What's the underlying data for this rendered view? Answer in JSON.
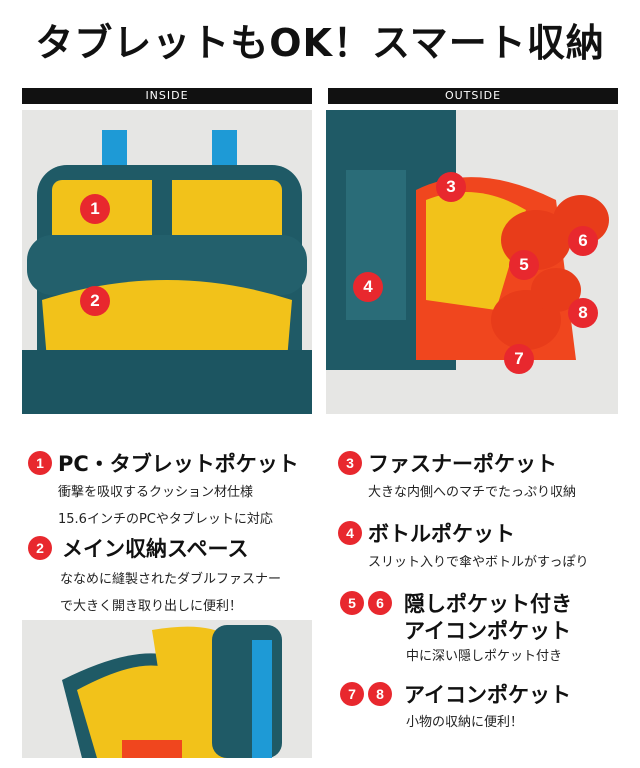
{
  "title": "タブレットもOK！スマート収納",
  "labels": {
    "inside": "INSIDE",
    "outside": "OUTSIDE"
  },
  "photo_badges": {
    "inside": [
      "1",
      "2"
    ],
    "outside": [
      "3",
      "4",
      "5",
      "6",
      "7",
      "8"
    ]
  },
  "features": [
    {
      "badges": [
        "1"
      ],
      "heading": "PC・タブレットポケット",
      "lines": [
        "衝撃を吸収するクッション材仕様",
        "15.6インチのPCやタブレットに対応"
      ]
    },
    {
      "badges": [
        "2"
      ],
      "heading": "メイン収納スペース",
      "lines": [
        "ななめに縫製されたダブルファスナー",
        "で大きく開き取り出しに便利！"
      ]
    },
    {
      "badges": [
        "3"
      ],
      "heading": "ファスナーポケット",
      "lines": [
        "大きな内側へのマチでたっぷり収納"
      ]
    },
    {
      "badges": [
        "4"
      ],
      "heading": "ボトルポケット",
      "lines": [
        "スリット入りで傘やボトルがすっぽり"
      ]
    },
    {
      "badges": [
        "5",
        "6"
      ],
      "heading": [
        "隠しポケット付き",
        "アイコンポケット"
      ],
      "lines": [
        "中に深い隠しポケット付き"
      ]
    },
    {
      "badges": [
        "7",
        "8"
      ],
      "heading": "アイコンポケット",
      "lines": [
        "小物の収納に便利！"
      ]
    }
  ],
  "colors": {
    "badge": "#e8282e",
    "bag_teal": "#1f5a66",
    "bag_yellow": "#f2c21a",
    "bag_orange": "#f0461e",
    "accent_blue": "#1e9ad6"
  }
}
